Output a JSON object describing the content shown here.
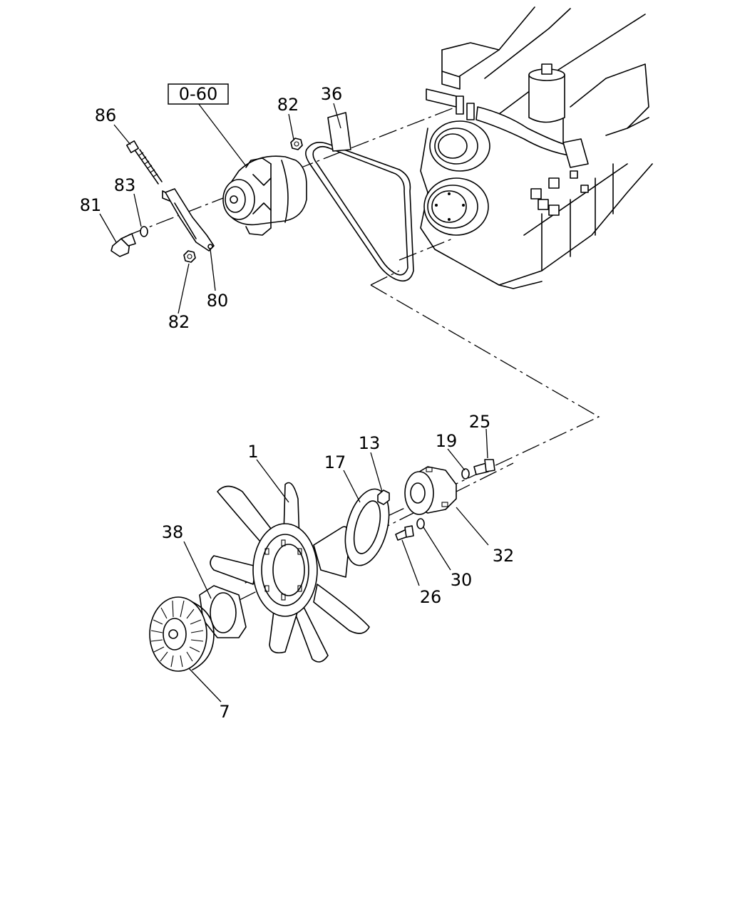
{
  "reference_box": "0-60",
  "labels": {
    "p86": "86",
    "p83": "83",
    "p81": "81",
    "p82a": "82",
    "p82b": "82",
    "p80": "80",
    "p36": "36",
    "p1": "1",
    "p17": "17",
    "p13": "13",
    "p19": "19",
    "p25": "25",
    "p32": "32",
    "p30": "30",
    "p26": "26",
    "p38": "38",
    "p7": "7"
  }
}
